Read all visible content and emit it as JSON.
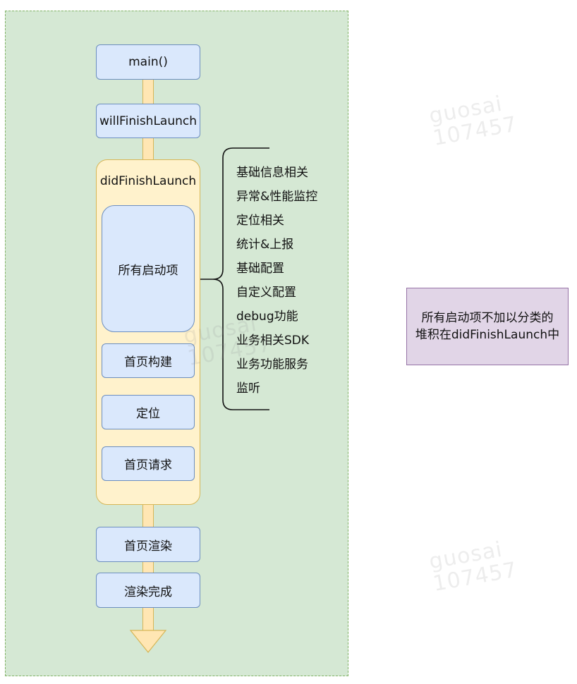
{
  "flow": {
    "main_label": "main()",
    "will_finish_label": "willFinishLaunch",
    "did_finish": {
      "title": "didFinishLaunch",
      "all_startup_items_label": "所有启动项",
      "homepage_build_label": "首页构建",
      "location_label": "定位",
      "homepage_request_label": "首页请求"
    },
    "homepage_render_label": "首页渲染",
    "render_complete_label": "渲染完成"
  },
  "startup_items": [
    "基础信息相关",
    "异常&性能监控",
    "定位相关",
    "统计&上报",
    "基础配置",
    "自定义配置",
    "debug功能",
    "业务相关SDK",
    "业务功能服务",
    "监听"
  ],
  "note": {
    "line1": "所有启动项不加以分类的",
    "line2": "堆积在didFinishLaunch中"
  },
  "watermark": {
    "name": "guosai",
    "id": "107457"
  },
  "colors": {
    "panel_fill": "#d5e8d4",
    "panel_border": "#82b366",
    "box_fill": "#dae8fc",
    "box_border": "#6c8ebf",
    "container_fill": "#fff2cc",
    "container_border": "#d6b656",
    "arrow_fill": "#ffe6b3",
    "note_fill": "#e1d5e7",
    "note_border": "#9673a6"
  }
}
